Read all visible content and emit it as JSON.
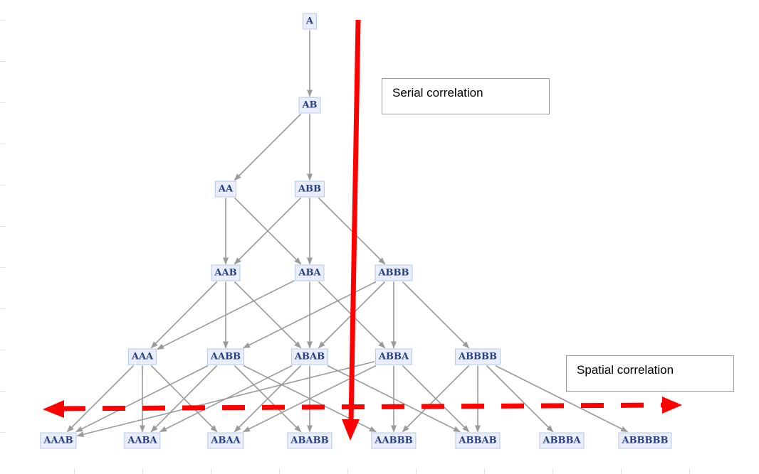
{
  "diagram": {
    "nodes": [
      {
        "id": "A",
        "label": "A"
      },
      {
        "id": "AB",
        "label": "AB"
      },
      {
        "id": "AA",
        "label": "AA"
      },
      {
        "id": "ABB",
        "label": "ABB"
      },
      {
        "id": "AAB",
        "label": "AAB"
      },
      {
        "id": "ABA",
        "label": "ABA"
      },
      {
        "id": "ABBB",
        "label": "ABBB"
      },
      {
        "id": "AAA",
        "label": "AAA"
      },
      {
        "id": "AABB",
        "label": "AABB"
      },
      {
        "id": "ABAB",
        "label": "ABAB"
      },
      {
        "id": "ABBA",
        "label": "ABBA"
      },
      {
        "id": "ABBBB",
        "label": "ABBBB"
      },
      {
        "id": "AAAB",
        "label": "AAAB"
      },
      {
        "id": "AABA",
        "label": "AABA"
      },
      {
        "id": "ABAA",
        "label": "ABAA"
      },
      {
        "id": "ABABB",
        "label": "ABABB"
      },
      {
        "id": "AABBB",
        "label": "AABBB"
      },
      {
        "id": "ABBAB",
        "label": "ABBAB"
      },
      {
        "id": "ABBBA",
        "label": "ABBBA"
      },
      {
        "id": "ABBBBB",
        "label": "ABBBBB"
      }
    ],
    "edges": [
      [
        "A",
        "AB"
      ],
      [
        "AB",
        "AA"
      ],
      [
        "AB",
        "ABB"
      ],
      [
        "AA",
        "AAB"
      ],
      [
        "AA",
        "ABA"
      ],
      [
        "ABB",
        "AAB"
      ],
      [
        "ABB",
        "ABA"
      ],
      [
        "ABB",
        "ABBB"
      ],
      [
        "AAB",
        "AAA"
      ],
      [
        "AAB",
        "AABB"
      ],
      [
        "AAB",
        "ABAB"
      ],
      [
        "ABA",
        "AAA"
      ],
      [
        "ABA",
        "ABAB"
      ],
      [
        "ABA",
        "ABBA"
      ],
      [
        "ABBB",
        "AABB"
      ],
      [
        "ABBB",
        "ABAB"
      ],
      [
        "ABBB",
        "ABBA"
      ],
      [
        "ABBB",
        "ABBBB"
      ],
      [
        "AAA",
        "AAAB"
      ],
      [
        "AAA",
        "AABA"
      ],
      [
        "AAA",
        "ABAA"
      ],
      [
        "AABB",
        "AAAB"
      ],
      [
        "AABB",
        "AABA"
      ],
      [
        "AABB",
        "ABABB"
      ],
      [
        "AABB",
        "AABBB"
      ],
      [
        "ABAB",
        "AABA"
      ],
      [
        "ABAB",
        "ABAA"
      ],
      [
        "ABAB",
        "ABABB"
      ],
      [
        "ABAB",
        "ABBAB"
      ],
      [
        "ABBA",
        "AAAB"
      ],
      [
        "ABBA",
        "ABAA"
      ],
      [
        "ABBA",
        "AABBB"
      ],
      [
        "ABBA",
        "ABBAB"
      ],
      [
        "ABBBB",
        "AABBB"
      ],
      [
        "ABBBB",
        "ABBAB"
      ],
      [
        "ABBBB",
        "ABBBA"
      ],
      [
        "ABBBB",
        "ABBBBB"
      ]
    ]
  },
  "annotations": {
    "serial": "Serial correlation",
    "spatial": "Spatial correlation"
  },
  "colors": {
    "edge": "#9a9a9a",
    "arrow": "#ff0000",
    "node_fill": "#e8eefb",
    "node_border": "#b9c8e6",
    "node_text": "#2a3f80"
  }
}
